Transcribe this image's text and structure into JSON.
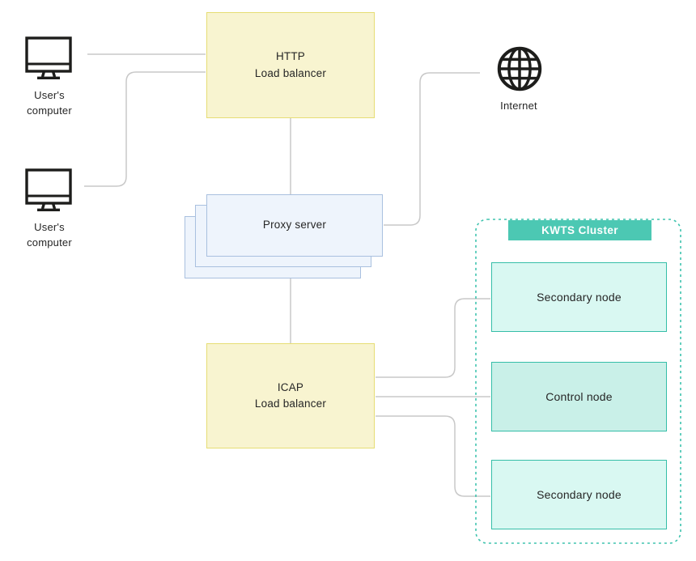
{
  "diagram": {
    "colors": {
      "lb_fill": "#F8F4D0",
      "lb_border": "#E6DD74",
      "proxy_fill": "#EEF4FC",
      "proxy_border": "#A9C0DF",
      "cluster_border": "#3EC3AE",
      "cluster_header_fill": "#4CC8B3",
      "node_border": "#35BEA8",
      "secondary_fill": "#D9F8F2",
      "control_fill": "#C9F0E8",
      "connector": "#C8C8C8",
      "icon": "#1D1D1B",
      "text": "#262626",
      "header_text": "#FFFFFF"
    },
    "users_computer": {
      "line1": "User's",
      "line2": "computer"
    },
    "http_load_balancer": {
      "line1": "HTTP",
      "line2": "Load balancer"
    },
    "proxy_server": {
      "label": "Proxy server"
    },
    "internet": {
      "label": "Internet"
    },
    "icap_load_balancer": {
      "line1": "ICAP",
      "line2": "Load balancer"
    },
    "kwts_cluster": {
      "title": "KWTS Cluster",
      "nodes": [
        {
          "label": "Secondary node",
          "type": "secondary"
        },
        {
          "label": "Control node",
          "type": "control"
        },
        {
          "label": "Secondary node",
          "type": "secondary"
        }
      ]
    }
  }
}
